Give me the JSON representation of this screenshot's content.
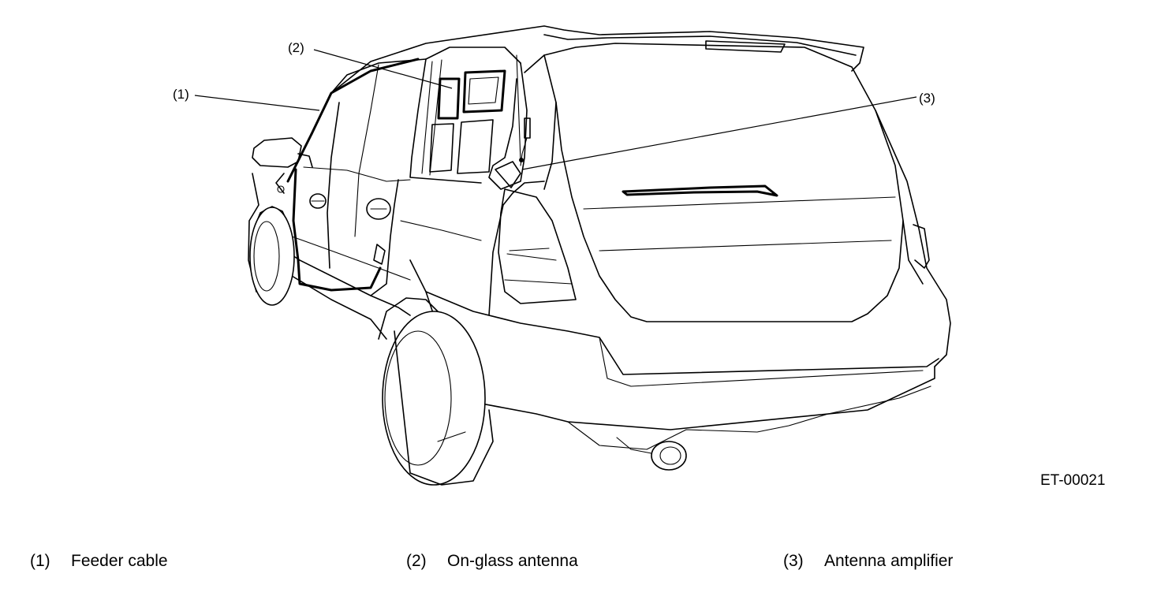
{
  "figure_id": "ET-00021",
  "callouts": [
    {
      "number": "(1)"
    },
    {
      "number": "(2)"
    },
    {
      "number": "(3)"
    }
  ],
  "legend": [
    {
      "number": "(1)",
      "label": "Feeder cable"
    },
    {
      "number": "(2)",
      "label": "On-glass antenna"
    },
    {
      "number": "(3)",
      "label": "Antenna amplifier"
    }
  ]
}
